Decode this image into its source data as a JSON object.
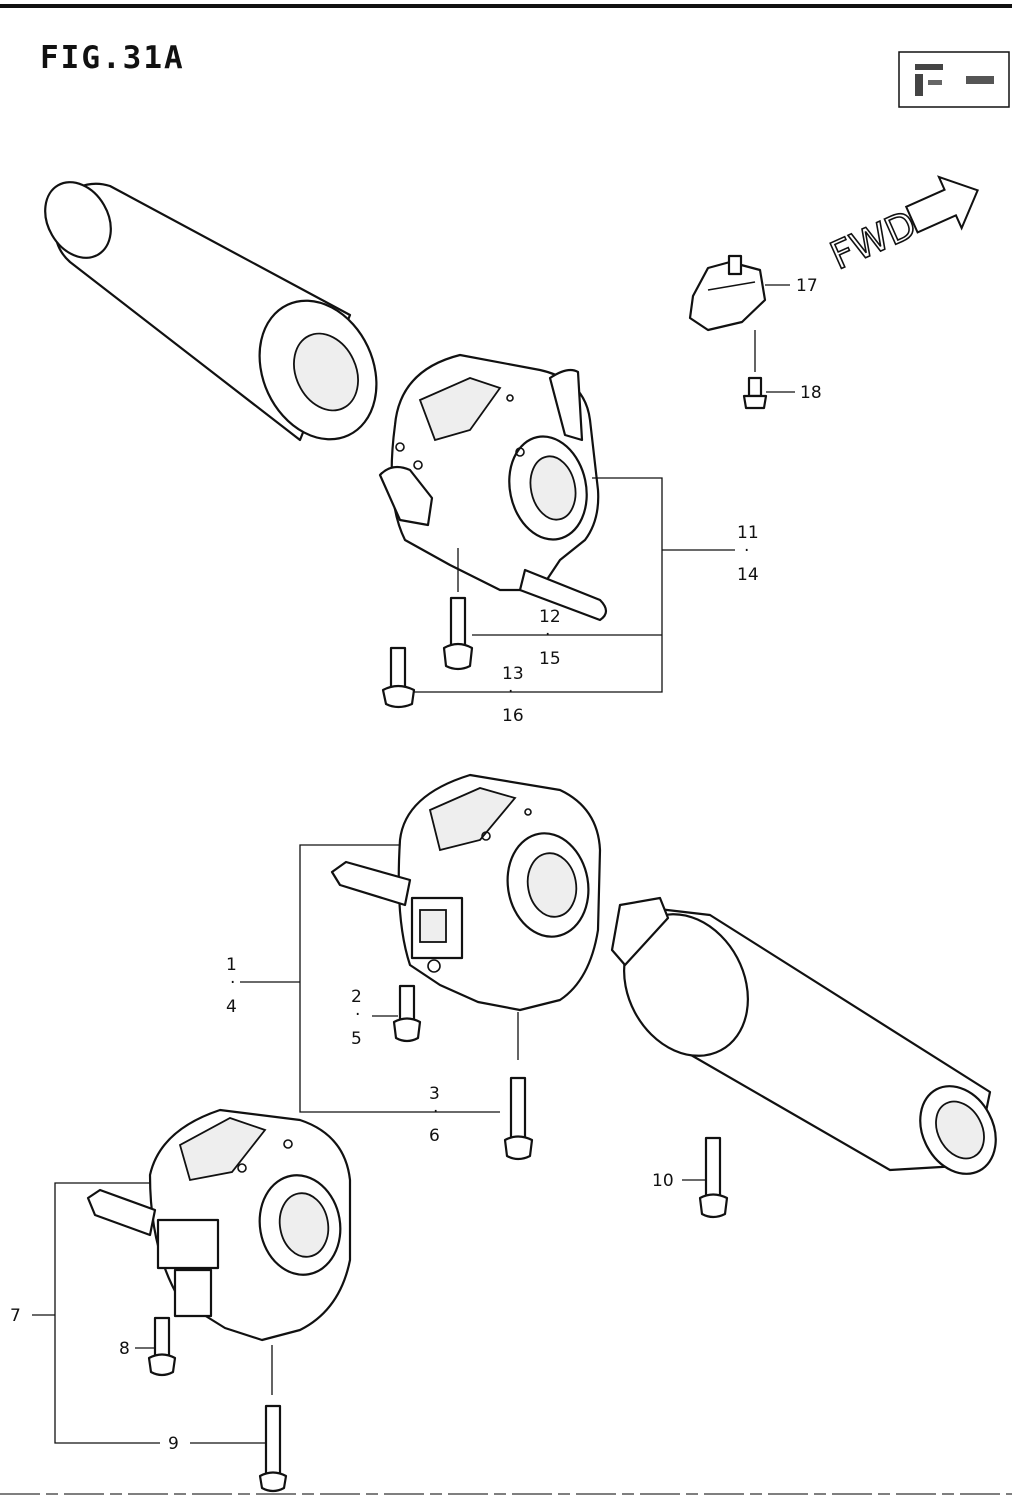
{
  "figure": {
    "title": "FIG.31A",
    "direction_label": "FWD"
  },
  "callouts": {
    "c1": "1",
    "c4": "4",
    "c2": "2",
    "c5": "5",
    "c3": "3",
    "c6": "6",
    "c7": "7",
    "c8": "8",
    "c9": "9",
    "c10": "10",
    "c11": "11",
    "c14": "14",
    "c12": "12",
    "c15": "15",
    "c13": "13",
    "c16": "16",
    "c17": "17",
    "c18": "18"
  },
  "icons": {
    "direction": "arrow-right-icon",
    "model_box": "model-thumbnail-icon"
  }
}
